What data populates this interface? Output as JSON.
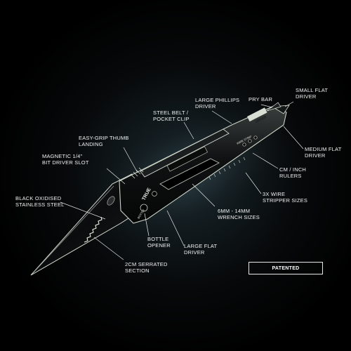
{
  "brand": "TRUE",
  "engravings": {
    "driver": "DRIVER",
    "wire_strip": "WIRE STRIP",
    "bottle": "BOTTLE"
  },
  "labels": [
    {
      "id": "small-flat-driver",
      "lines": [
        "SMALL FLAT",
        "DRIVER"
      ]
    },
    {
      "id": "pry-bar",
      "lines": [
        "PRY BAR"
      ]
    },
    {
      "id": "large-phillips-driver",
      "lines": [
        "LARGE PHILLIPS",
        "DRIVER"
      ]
    },
    {
      "id": "steel-belt-pocket-clip",
      "lines": [
        "STEEL BELT /",
        "POCKET CLIP"
      ]
    },
    {
      "id": "easy-grip-thumb-landing",
      "lines": [
        "EASY-GRIP THUMB",
        "LANDING"
      ]
    },
    {
      "id": "magnetic-bit-driver-slot",
      "lines": [
        "MAGNETIC 1/4\"",
        "BIT DRIVER SLOT"
      ]
    },
    {
      "id": "medium-flat-driver",
      "lines": [
        "MEDIUM FLAT",
        "DRIVER"
      ]
    },
    {
      "id": "cm-inch-rulers",
      "lines": [
        "CM / INCH",
        "RULERS"
      ]
    },
    {
      "id": "wire-stripper-sizes",
      "lines": [
        "3X WIRE",
        "STRIPPER SIZES"
      ]
    },
    {
      "id": "black-oxidised-stainless-steel",
      "lines": [
        "BLACK OXIDISED",
        "STAINLESS STEEL"
      ]
    },
    {
      "id": "wrench-sizes",
      "lines": [
        "6MM - 14MM",
        "WRENCH SIZES"
      ]
    },
    {
      "id": "bottle-opener",
      "lines": [
        "BOTTLE",
        "OPENER"
      ]
    },
    {
      "id": "large-flat-driver",
      "lines": [
        "LARGE FLAT",
        "DRIVER"
      ]
    },
    {
      "id": "serrated-section",
      "lines": [
        "2CM SERRATED",
        "SECTION"
      ]
    }
  ],
  "badge": "PATENTED",
  "colors": {
    "background": "#000000",
    "tool_steel": "#0c0d0e",
    "edge_highlight": "#c9d2c4",
    "leader_line": "#e6e6e6"
  }
}
